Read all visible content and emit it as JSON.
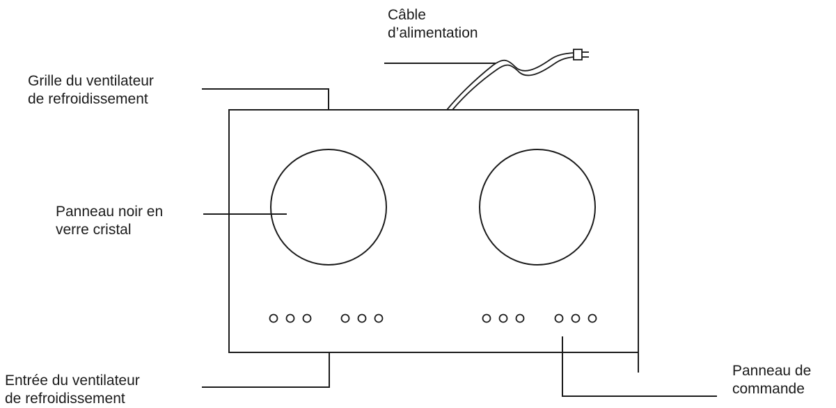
{
  "labels": {
    "power_cable": [
      "Câble",
      "d’alimentation"
    ],
    "cooling_fan_grille": [
      "Grille du ventilateur",
      "de refroidissement"
    ],
    "glass_panel": [
      "Panneau noir en",
      "verre cristal"
    ],
    "cooling_fan_inlet": [
      "Entrée du ventilateur",
      "de refroidissement"
    ],
    "control_panel": [
      "Panneau de",
      "commande"
    ]
  },
  "colors": {
    "line": "#1a1a1a",
    "text": "#1a1a1a",
    "background": "#ffffff"
  }
}
